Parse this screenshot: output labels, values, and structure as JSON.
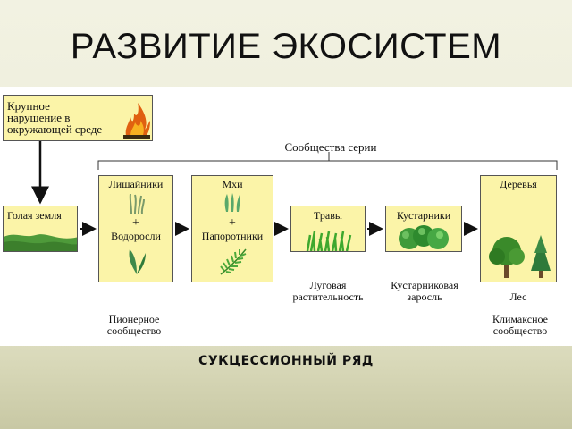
{
  "title": "РАЗВИТИЕ ЭКОСИСТЕМ",
  "subtitle": "СУКЦЕССИОННЫЙ РЯД",
  "disturbance": {
    "line1": "Крупное",
    "line2": "нарушение в",
    "line3": "окружающей среде"
  },
  "series_label": "Сообщества серии",
  "bare_land": "Голая земля",
  "stage1": {
    "top": "Лишайники",
    "plus": "+",
    "bottom": "Водоросли"
  },
  "stage2": {
    "top": "Мхи",
    "plus": "+",
    "bottom": "Папоротники"
  },
  "stage3": {
    "top": "Травы"
  },
  "stage4": {
    "top": "Кустарники"
  },
  "stage5": {
    "top": "Деревья"
  },
  "captions": {
    "meadow1": "Луговая",
    "meadow2": "растительность",
    "shrub1": "Кустарниковая",
    "shrub2": "заросль",
    "forest": "Лес",
    "pioneer1": "Пионерное",
    "pioneer2": "сообщество",
    "climax1": "Климаксное",
    "climax2": "сообщество"
  }
}
